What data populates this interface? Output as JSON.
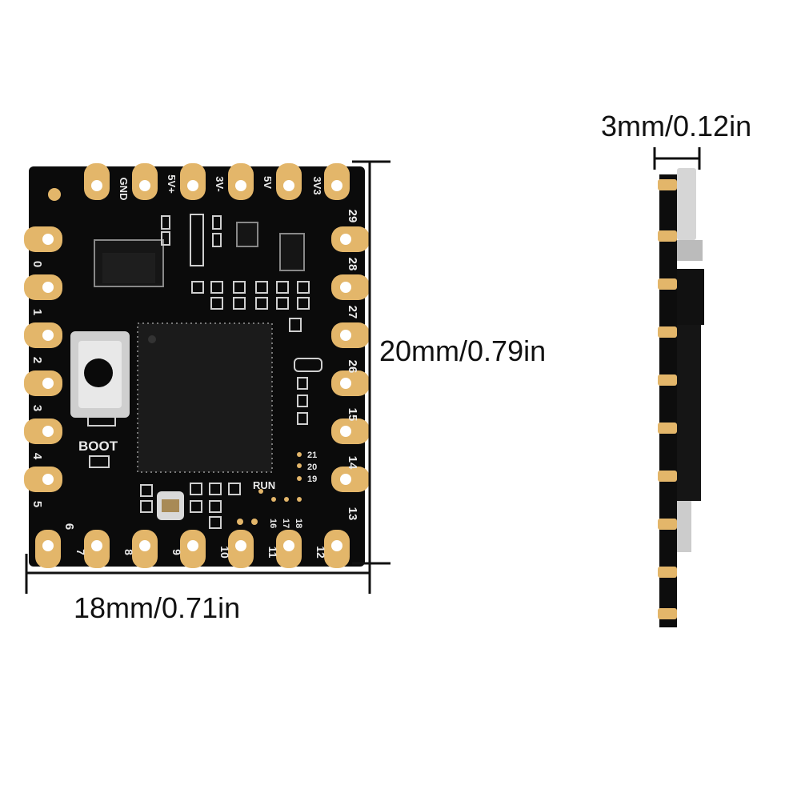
{
  "dimensions": {
    "thickness": "3mm/0.12in",
    "height": "20mm/0.79in",
    "width": "18mm/0.71in"
  },
  "board": {
    "top_labels": [
      "GND",
      "5V+",
      "3V-",
      "5V",
      "3V3"
    ],
    "left_labels": [
      "0",
      "1",
      "2",
      "3",
      "4",
      "5",
      "6"
    ],
    "right_labels": [
      "29",
      "28",
      "27",
      "26",
      "15",
      "14",
      "13"
    ],
    "bottom_labels": [
      "7",
      "8",
      "9",
      "10",
      "11",
      "12"
    ],
    "boot_label": "BOOT",
    "run_label": "RUN",
    "small_pin_labels": [
      "21",
      "20",
      "19",
      "16",
      "17",
      "18"
    ]
  },
  "colors": {
    "pcb": "#0b0b0b",
    "pad": "#e3b66a",
    "hole": "#ffffff",
    "silkscreen": "#e9e9e9"
  }
}
